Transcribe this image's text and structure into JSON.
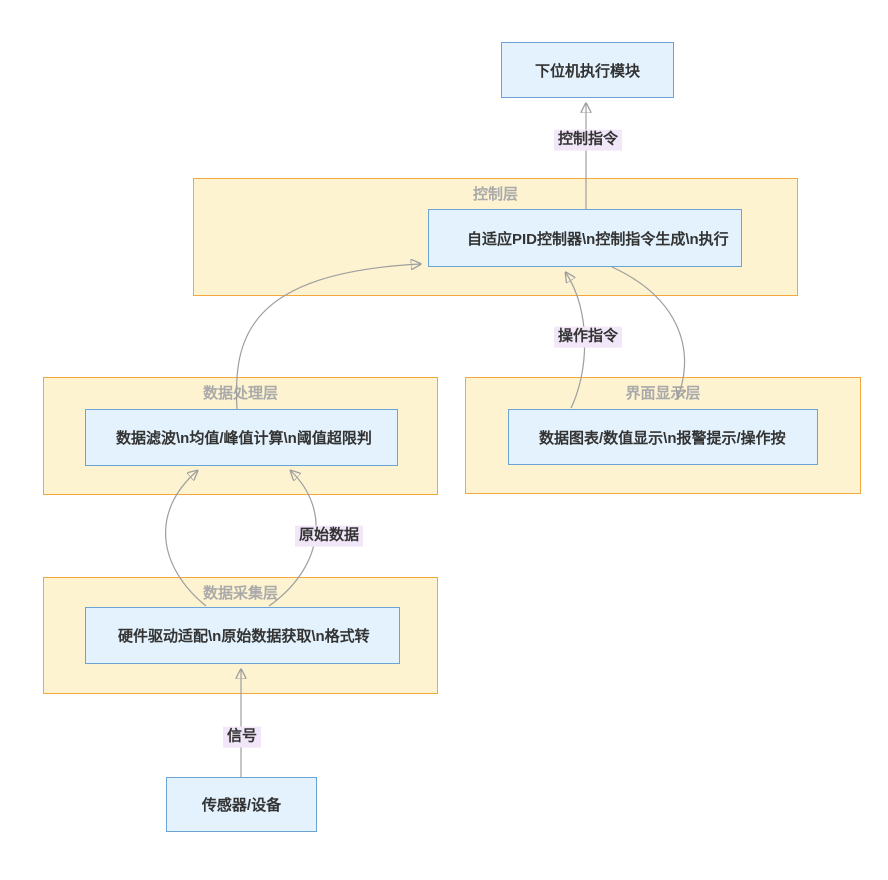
{
  "diagram": {
    "type": "flowchart",
    "clusters": {
      "control_layer": {
        "label": "控制层"
      },
      "processing_layer": {
        "label": "数据处理层"
      },
      "ui_layer": {
        "label": "界面显示层"
      },
      "acquisition_layer": {
        "label": "数据采集层"
      }
    },
    "nodes": {
      "executor": {
        "label": "下位机执行模块"
      },
      "pid": {
        "label": "自适应PID控制器\\n控制指令生成\\n执行"
      },
      "processing": {
        "label": "数据滤波\\n均值/峰值计算\\n阈值超限判"
      },
      "display_ui": {
        "label": "数据图表/数值显示\\n报警提示/操作按"
      },
      "acquisition": {
        "label": "硬件驱动适配\\n原始数据获取\\n格式转"
      },
      "sensor": {
        "label": "传感器/设备"
      }
    },
    "edge_labels": {
      "control_cmd": "控制指令",
      "op_cmd": "操作指令",
      "raw_data": "原始数据",
      "signal": "信号"
    },
    "edges": [
      {
        "from": "pid",
        "to": "executor",
        "label": "控制指令"
      },
      {
        "from": "processing",
        "to": "pid",
        "label": ""
      },
      {
        "from": "display_ui",
        "to": "pid",
        "label": "操作指令"
      },
      {
        "from": "pid",
        "to": "display_ui",
        "label": ""
      },
      {
        "from": "acquisition",
        "to": "processing",
        "label": ""
      },
      {
        "from": "acquisition",
        "to": "processing",
        "label": "原始数据"
      },
      {
        "from": "sensor",
        "to": "acquisition",
        "label": "信号"
      }
    ],
    "colors": {
      "node_fill": "#e3f2fd",
      "node_border": "#6ba3d6",
      "cluster_fill": "#fdf3d1",
      "cluster_border": "#f2a93b",
      "edge_line": "#9e9e9e",
      "arrowhead": "#8c8c8c",
      "edge_label_bg": "#f2e7f8",
      "cluster_label_text": "#aaaaaa",
      "node_text": "#333333"
    }
  }
}
